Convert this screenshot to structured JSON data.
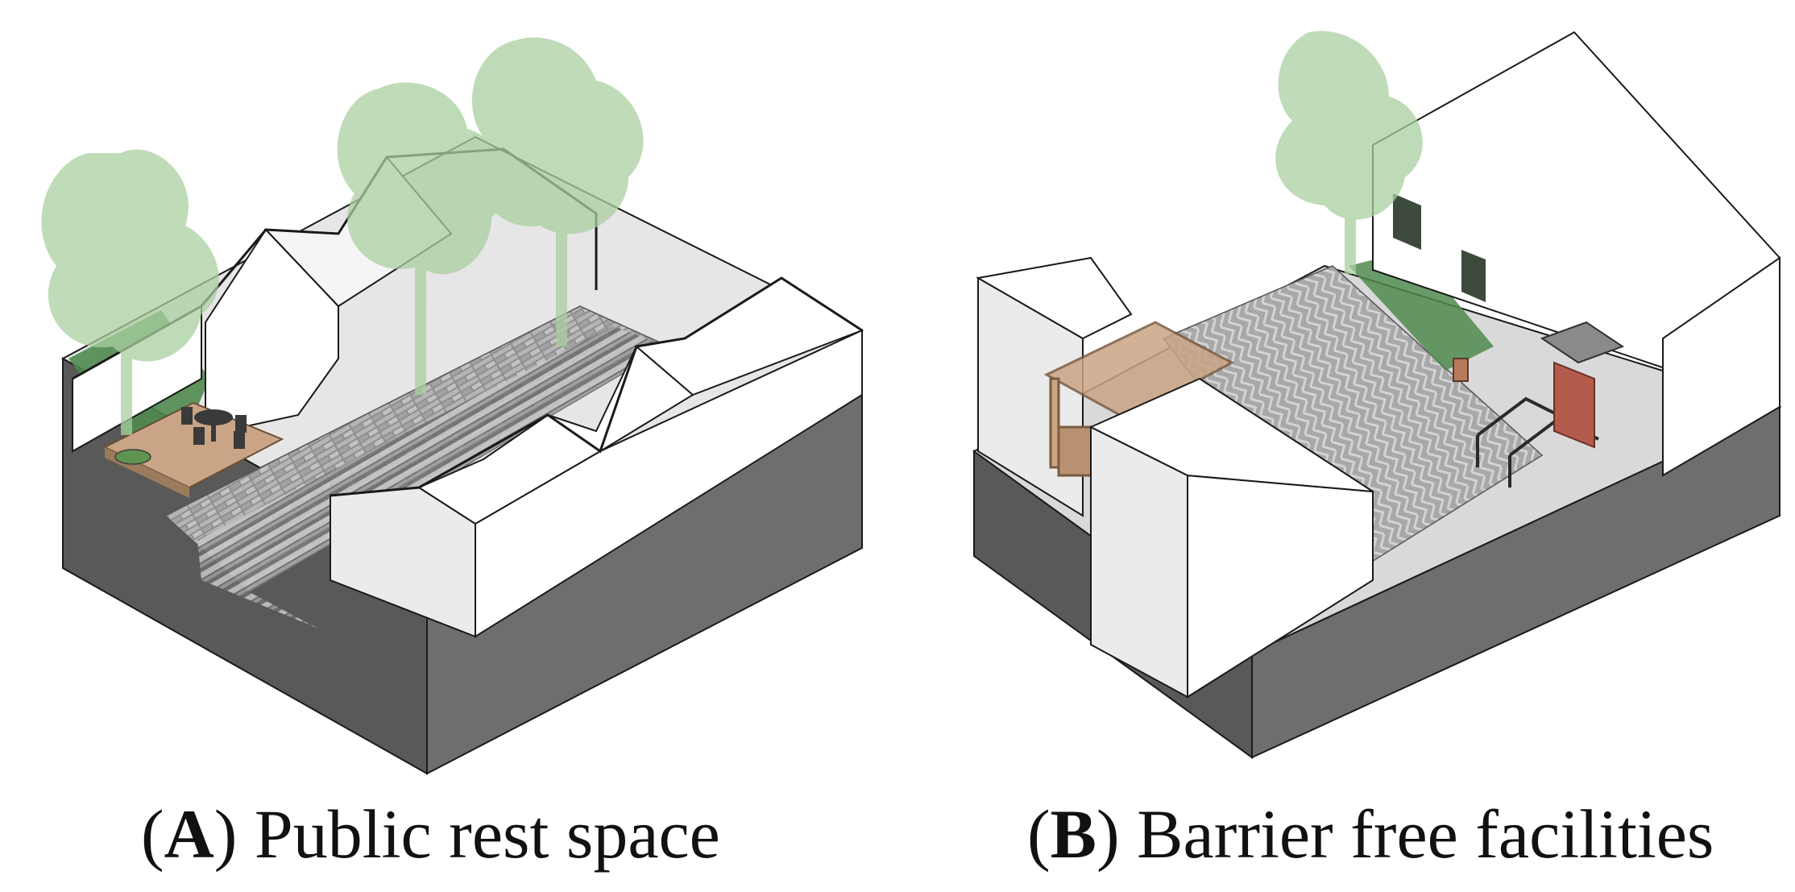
{
  "panels": [
    {
      "letter": "A",
      "title": "Public rest space"
    },
    {
      "letter": "B",
      "title": "Barrier free facilities"
    }
  ],
  "colors": {
    "base_dark": "#595959",
    "base_mid": "#6e6e6e",
    "wall_white": "#ffffff",
    "wall_shade": "#ebebeb",
    "tree_green": "#a9cfa0",
    "grass_green": "#4f8a4f",
    "paving_grey": "#9a9a9a",
    "deck_wood": "#c9a585",
    "door_red": "#b35c4c",
    "outline": "#1a1a1a"
  }
}
